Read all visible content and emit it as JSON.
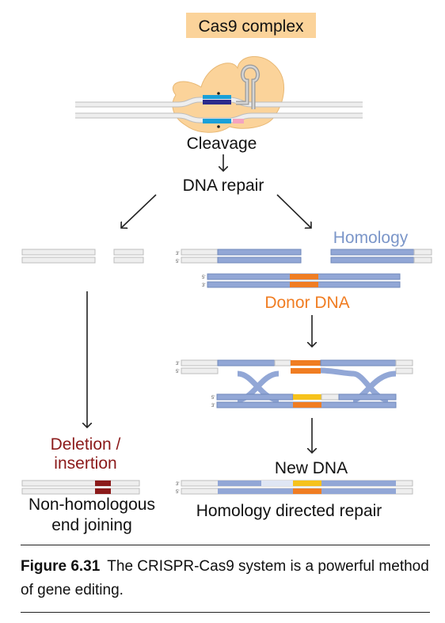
{
  "labels": {
    "cas9": "Cas9 complex",
    "cleavage": "Cleavage",
    "dna_repair": "DNA repair",
    "homology": "Homology",
    "donor_dna": "Donor DNA",
    "deletion_line1": "Deletion /",
    "deletion_line2": "insertion",
    "new_dna": "New DNA",
    "nhej_line1": "Non-homologous",
    "nhej_line2": "end joining",
    "hdr": "Homology directed repair",
    "strand_3": "3'",
    "strand_5": "5'"
  },
  "caption": {
    "figure_label": "Figure 6.31",
    "text": "The CRISPR-Cas9 system is a powerful method of gene editing."
  },
  "colors": {
    "cas9_box": "#fbd39a",
    "homology_text": "#7b96c9",
    "donor_text": "#f07d22",
    "deletion_text": "#8b1a1a",
    "strand_grey": "#e2e2e2",
    "strand_blue": "#92a7d6",
    "strand_orange": "#f07d22",
    "strand_yellow": "#f6c21c",
    "strand_red": "#8b1a1a",
    "guide_cyan": "#1aa0d8",
    "guide_navy": "#2b2b8c",
    "pam_pink": "#f4a4c0"
  }
}
